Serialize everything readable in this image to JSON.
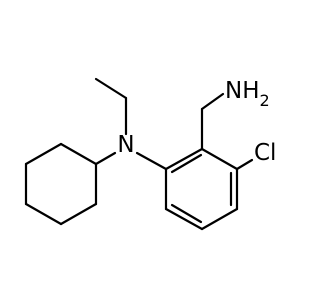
{
  "labels": {
    "amine_n": "NH",
    "amine_subscript": "2",
    "nitrogen": "N",
    "chlorine": "Cl"
  },
  "colors": {
    "bond": "#000000",
    "text": "#000000",
    "background": "#ffffff"
  }
}
